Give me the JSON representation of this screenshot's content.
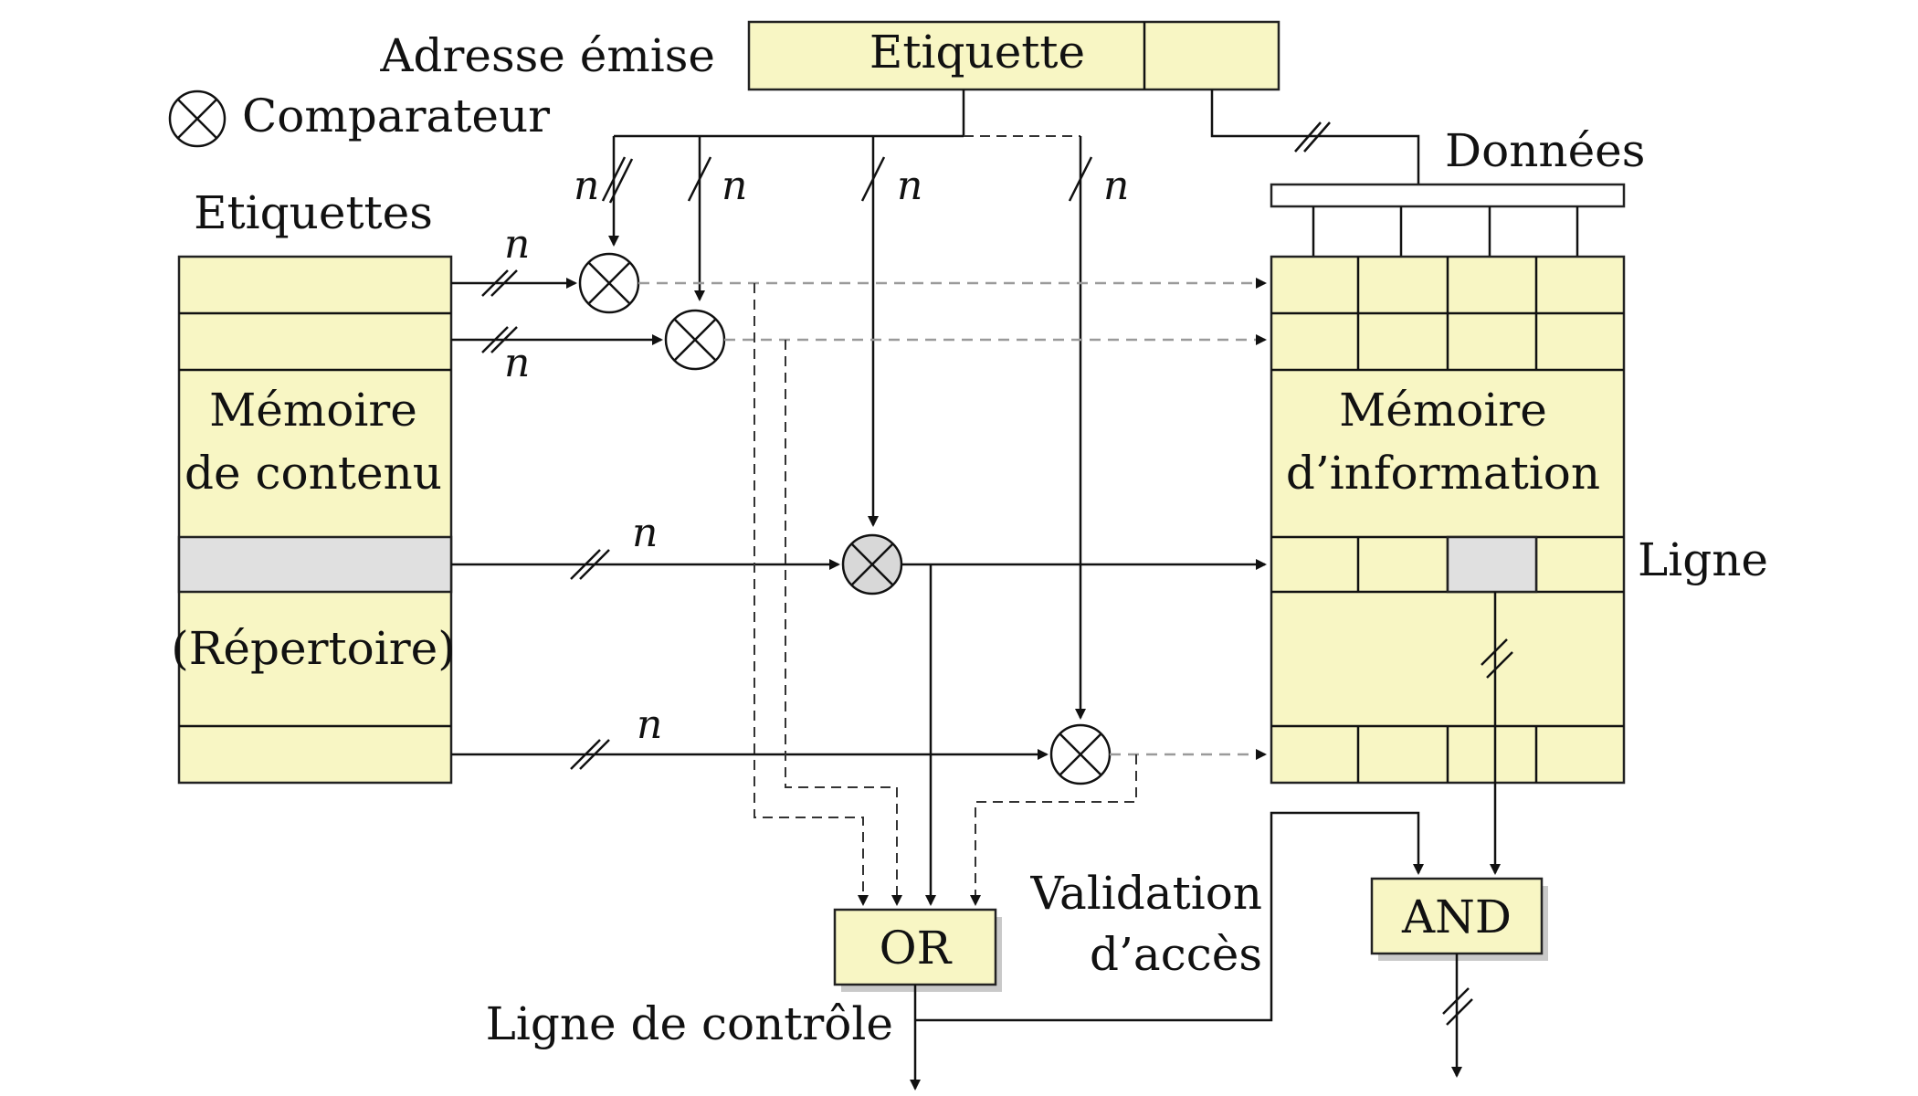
{
  "labels": {
    "adresse_emise": "Adresse émise",
    "etiquette": "Etiquette",
    "comparateur": "Comparateur",
    "etiquettes": "Etiquettes",
    "donnees": "Données",
    "memoire_contenu_1": "Mémoire",
    "memoire_contenu_2": "de contenu",
    "repertoire": "(Répertoire)",
    "memoire_info_1": "Mémoire",
    "memoire_info_2": "d’information",
    "ligne": "Ligne",
    "or_gate": "OR",
    "and_gate": "AND",
    "validation_1": "Validation",
    "validation_2": "d’accès",
    "ligne_controle": "Ligne de contrôle",
    "bus_width": "n"
  },
  "colors": {
    "box_fill": "#f8f6c4",
    "selected_fill": "#e0e0e0",
    "stroke": "#111111",
    "dashed_grey": "#9a9a9a"
  },
  "icons": {
    "comparator": "circled-x-icon",
    "bus_marker": "double-slash-icon"
  }
}
